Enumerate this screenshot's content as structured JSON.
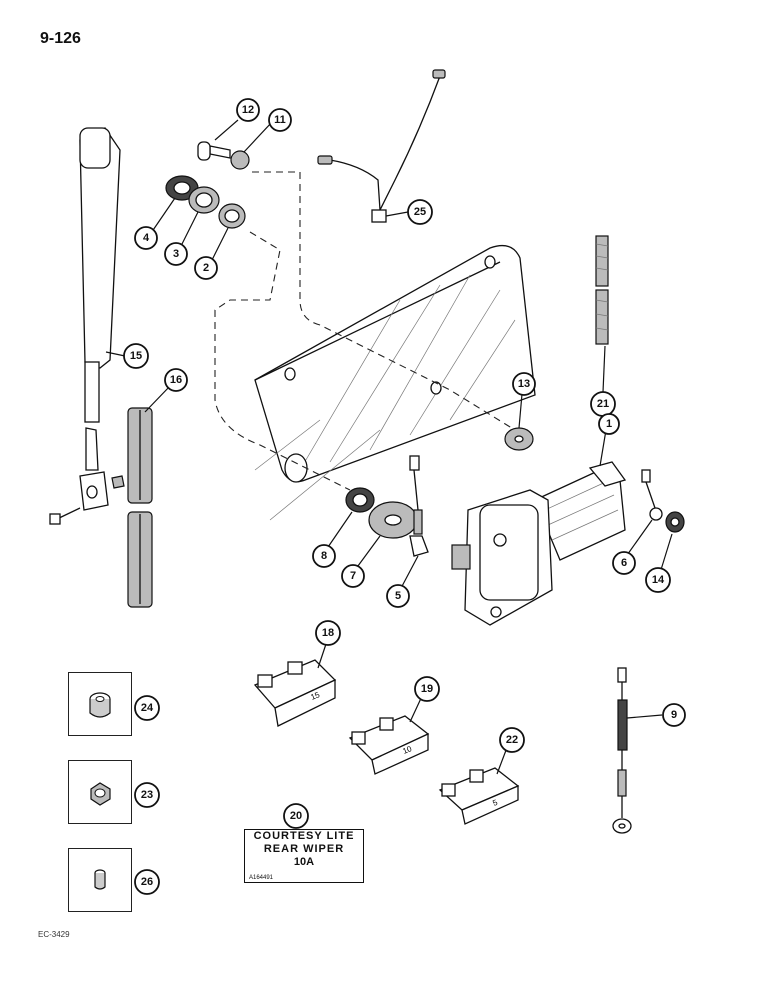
{
  "header": {
    "page_number": "9-126"
  },
  "footer": {
    "figure_code": "EC-3429"
  },
  "decal": {
    "line1": "COURTESY LITE",
    "line2": "REAR WIPER",
    "line3": "10A",
    "part_number": "A164491"
  },
  "fuses": {
    "fuse_18_rating": "15",
    "fuse_19_rating": "10",
    "fuse_22_rating": "5"
  },
  "callouts": {
    "c1": "1",
    "c2": "2",
    "c3": "3",
    "c4": "4",
    "c5": "5",
    "c6": "6",
    "c7": "7",
    "c8": "8",
    "c9": "9",
    "c11": "11",
    "c12": "12",
    "c13": "13",
    "c14": "14",
    "c15": "15",
    "c16": "16",
    "c18": "18",
    "c19": "19",
    "c20": "20",
    "c21": "21",
    "c22": "22",
    "c23": "23",
    "c24": "24",
    "c25": "25",
    "c26": "26"
  }
}
